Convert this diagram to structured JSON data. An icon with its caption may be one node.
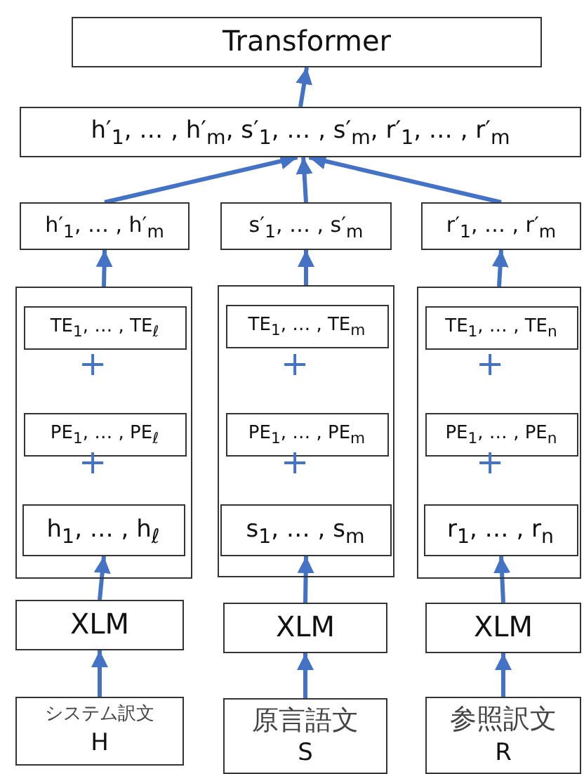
{
  "diagram": {
    "nodes": [
      {
        "text": [
          "Transformer"
        ]
      },
      {
        "text": [
          "h′$_{1}$, … , h′$_{m}$, s′$_{1}$, … , s′$_{m}$, r′$_{1}$, … , r′$_{m}$"
        ]
      },
      {
        "text": [
          "h′$_{1}$, … , h′$_{m}$"
        ]
      },
      {
        "text": [
          "s′$_{1}$, … , s′$_{m}$"
        ]
      },
      {
        "text": [
          "r′$_{1}$, … , r′$_{m}$"
        ]
      },
      {
        "text": [],
        "shape": "box"
      },
      {
        "text": [
          "TE$_{1}$, … , TE$_{ℓ}$"
        ],
        "in": 5
      },
      {
        "text": [
          "PE$_{1}$, … , PE$_{ℓ}$"
        ],
        "in": 5
      },
      {
        "text": [
          "h$_{1}$, … , h$_{ℓ}$"
        ],
        "in": 5
      },
      {
        "text": [],
        "shape": "box"
      },
      {
        "text": [
          "TE$_{1}$, … , TE$_{m}$"
        ],
        "in": 9
      },
      {
        "text": [
          "PE$_{1}$, … , PE$_{m}$"
        ],
        "in": 9
      },
      {
        "text": [
          "s$_{1}$, … , s$_{m}$"
        ],
        "in": 9
      },
      {
        "text": [],
        "shape": "box"
      },
      {
        "text": [
          "TE$_{1}$, … , TE$_{n}$"
        ],
        "in": 13
      },
      {
        "text": [
          "PE$_{1}$, … , PE$_{n}$"
        ],
        "in": 13
      },
      {
        "text": [
          "r$_{1}$, … , r$_{n}$"
        ],
        "in": 13
      },
      {
        "text": [
          "XLM"
        ]
      },
      {
        "text": [
          "XLM"
        ]
      },
      {
        "text": [
          "XLM"
        ]
      },
      {
        "text": [
          "システム訳文",
          "H"
        ]
      },
      {
        "text": [
          "原言語文",
          "S"
        ]
      },
      {
        "text": [
          "参照訳文",
          "R"
        ]
      }
    ],
    "edges": [
      {
        "from": 1,
        "to": 0,
        "arrow": "to"
      },
      {
        "from": 2,
        "to": 1,
        "arrow": "to"
      },
      {
        "from": 3,
        "to": 1,
        "arrow": "to"
      },
      {
        "from": 4,
        "to": 1,
        "arrow": "to"
      },
      {
        "from": 5,
        "to": 2,
        "arrow": "to"
      },
      {
        "from": 9,
        "to": 3,
        "arrow": "to"
      },
      {
        "from": 13,
        "to": 4,
        "arrow": "to"
      },
      {
        "from": 17,
        "to": 8,
        "arrow": "to"
      },
      {
        "from": 18,
        "to": 12,
        "arrow": "to"
      },
      {
        "from": 19,
        "to": 16,
        "arrow": "to"
      },
      {
        "from": 20,
        "to": 17,
        "arrow": "to"
      },
      {
        "from": 21,
        "to": 18,
        "arrow": "to"
      },
      {
        "from": 22,
        "to": 19,
        "arrow": "to"
      }
    ],
    "labels": [
      "+",
      "+",
      "+",
      "+",
      "+",
      "+"
    ]
  }
}
